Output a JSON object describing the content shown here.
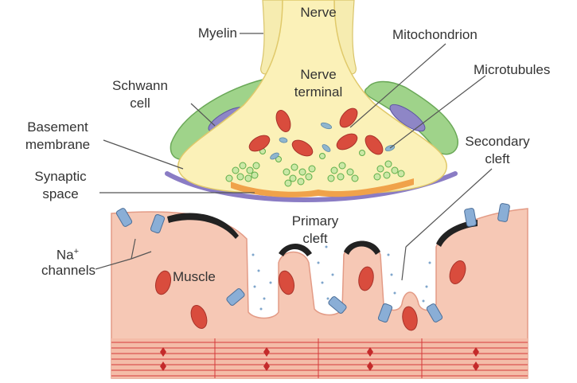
{
  "diagram": {
    "labels": {
      "nerve": "Nerve",
      "myelin": "Myelin",
      "mitochondrion": "Mitochondrion",
      "schwann_line1": "Schwann",
      "schwann_line2": "cell",
      "nerve_terminal_line1": "Nerve",
      "nerve_terminal_line2": "terminal",
      "microtubules": "Microtubules",
      "basement_line1": "Basement",
      "basement_line2": "membrane",
      "secondary_line1": "Secondary",
      "secondary_line2": "cleft",
      "synaptic_line1": "Synaptic",
      "synaptic_line2": "space",
      "primary_line1": "Primary",
      "primary_line2": "cleft",
      "na_text": "Na",
      "na_sup": "+",
      "channels": "channels",
      "muscle": "Muscle"
    },
    "colors": {
      "nerve": "#fbf1b8",
      "nerve_stroke": "#e0c96a",
      "myelin": "#f6ecb0",
      "schwann": "#9fd38a",
      "schwann_nucleus": "#8e86c6",
      "basement": "#8a7cc4",
      "muscle": "#f6c8b5",
      "muscle_stroke": "#e39b86",
      "mitochondria": "#d94c3d",
      "vesicles": "#7cc46b",
      "channel": "#8aaed6",
      "striation": "#d43a3a"
    }
  }
}
